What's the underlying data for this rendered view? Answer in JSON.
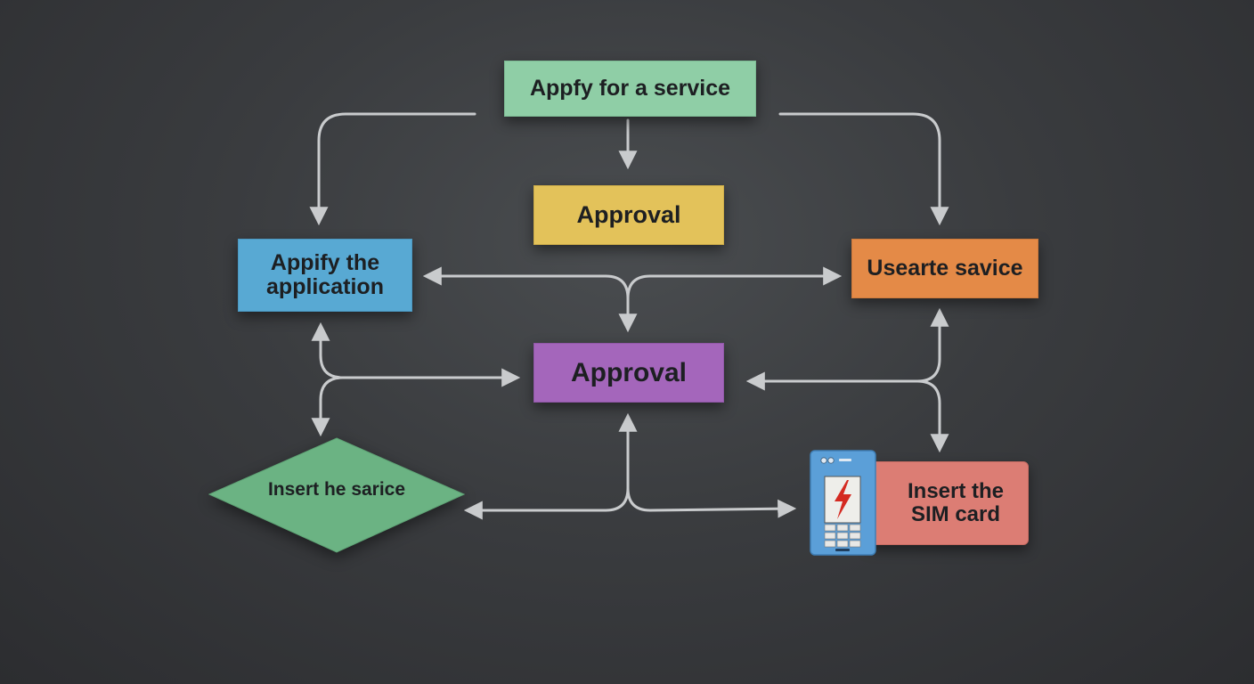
{
  "nodes": {
    "apply_for_service": "Appfy for a service",
    "approval_top": "Approval",
    "appify_application_line1": "Appify the",
    "appify_application_line2": "application",
    "usearte_savice": "Usearte savice",
    "approval_center": "Approval",
    "insert_he_sarice": "Insert he sarice",
    "insert_sim_line1": "Insert the",
    "insert_sim_line2": "SIM card"
  },
  "colors": {
    "background": "#3a3c3f",
    "connector": "#c9cbcd",
    "apply_for_service": "#8fcea6",
    "approval_top": "#e3c25a",
    "appify_application": "#58a9d3",
    "usearte_savice": "#e48a47",
    "approval_center": "#a466bb",
    "insert_he_sarice": "#6bb383",
    "insert_sim": "#dc7d74",
    "phone_body": "#5b9fd8"
  },
  "icons": {
    "phone": "mobile-phone-lightning-icon"
  }
}
